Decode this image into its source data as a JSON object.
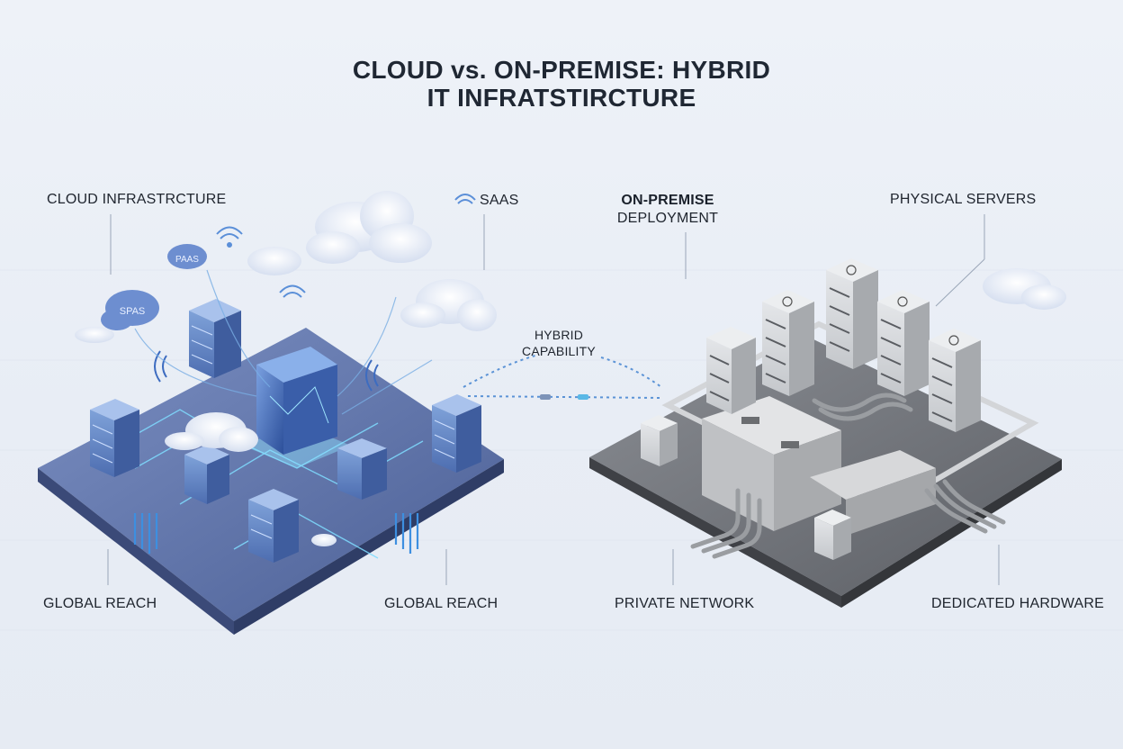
{
  "title": {
    "line1": "CLOUD vs. ON-PREMISE: HYBRID",
    "line2": "IT INFRATSTIRCTURE"
  },
  "cloud": {
    "heading": "CLOUD INFRASTRCTURE",
    "saas_label": "SAAS",
    "bubble_saas": "SPAS",
    "bubble_paas": "PAAS",
    "bottom_left": "GLOBAL REACH",
    "bottom_right": "GLOBAL REACH"
  },
  "hybrid": {
    "line1": "HYBRID",
    "line2": "CAPABILITY"
  },
  "onprem": {
    "heading_line1": "ON-PREMISE",
    "heading_line2": "DEPLOYMENT",
    "physical": "PHYSICAL SERVERS",
    "bottom_left": "PRIVATE NETWORK",
    "bottom_right": "DEDICATED HARDWARE"
  },
  "colors": {
    "cloud_platform": "#5d73a8",
    "cloud_glow": "#6fd3ff",
    "onprem_platform": "#6b6e74",
    "server_gray": "#d7d9dc"
  }
}
